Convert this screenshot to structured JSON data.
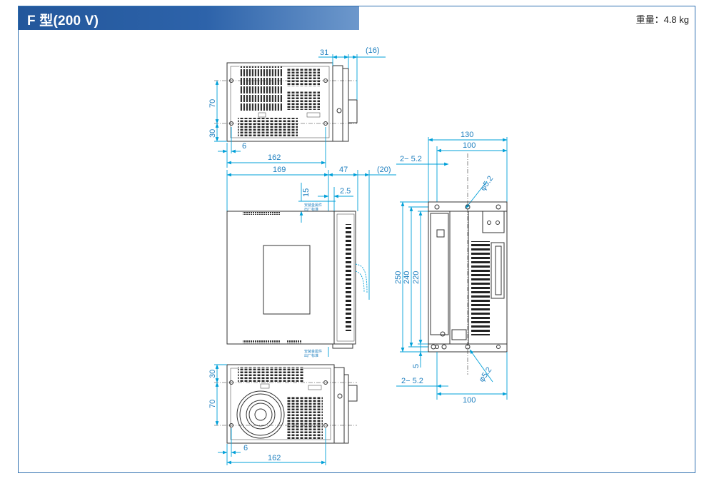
{
  "header": {
    "title": "F 型(200 V)",
    "weight": "重量：4.8 kg"
  },
  "top_view": {
    "dim_31": "31",
    "dim_16": "(16)",
    "dim_70": "70",
    "dim_30": "30",
    "dim_6": "6",
    "dim_162": "162"
  },
  "side_view": {
    "dim_169": "169",
    "dim_47": "47",
    "dim_20": "(20)",
    "dim_15": "15",
    "dim_2_5": "2.5",
    "label_top": "安装金属件",
    "label_top_2": "出厂标准",
    "label_bottom": "安装金属件",
    "label_bottom_2": "出厂标准"
  },
  "front_view": {
    "dim_130": "130",
    "dim_100_top": "100",
    "dim_2_5_2_top": "2− 5.2",
    "dim_phi_top": "φ5.2",
    "dim_250": "250",
    "dim_240": "240",
    "dim_220": "220",
    "dim_5": "5",
    "dim_2_5_2_bottom": "2− 5.2",
    "dim_100_bottom": "100",
    "dim_phi_bottom": "φ5.2"
  },
  "bottom_view": {
    "dim_30": "30",
    "dim_70": "70",
    "dim_6": "6",
    "dim_162": "162"
  }
}
